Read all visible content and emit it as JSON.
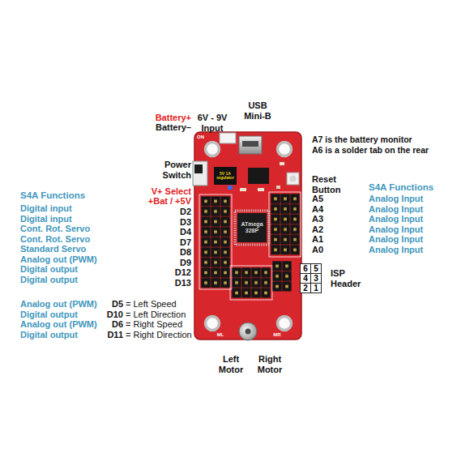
{
  "diagram": {
    "nodes": [
      {
        "text": [
          "5V 1A regulator"
        ]
      },
      {
        "text": [
          "ATmega 328P"
        ]
      },
      {
        "text": [
          "6"
        ]
      },
      {
        "text": [
          "5"
        ]
      },
      {
        "text": [
          "4"
        ]
      },
      {
        "text": [
          "3"
        ]
      },
      {
        "text": [
          "2"
        ]
      },
      {
        "text": [
          "1"
        ]
      }
    ],
    "labels": [
      "Battery+",
      "Battery–",
      "6V - 9V Input",
      "USB Mini-B",
      "A7 is the battery monitor",
      "A6 is a solder tab on the rear",
      "Power Switch",
      "Reset Button",
      "S4A Functions",
      "V+ Select",
      "+Bat / +5V",
      "S4A Functions",
      "Digital input",
      "Digital input",
      "Cont. Rot. Servo",
      "Cont. Rot. Servo",
      "Standard Servo",
      "Analog out (PWM)",
      "Digital output",
      "Digital output",
      "D2",
      "D3",
      "D4",
      "D7",
      "D8",
      "D9",
      "D12",
      "D13",
      "A5",
      "A4",
      "A3",
      "A2",
      "A1",
      "A0",
      "Analog Input",
      "Analog Input",
      "Analog Input",
      "Analog Input",
      "Analog Input",
      "Analog Input",
      "ISP Header",
      "Analog out (PWM)",
      "Digital output",
      "Analog out (PWM)",
      "Digital output",
      "D5",
      "D10",
      "D6",
      "D11",
      "= Left Speed",
      "= Left Direction",
      "= Right Speed",
      "= Right Direction",
      "Left Motor",
      "Right Motor",
      "ON",
      "ML",
      "MR"
    ]
  }
}
